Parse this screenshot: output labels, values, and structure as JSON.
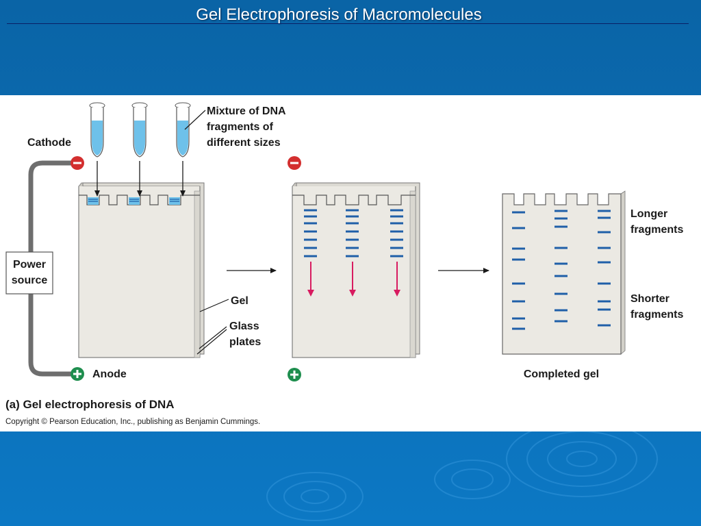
{
  "slide": {
    "title": "Gel Electrophoresis of Macromolecules"
  },
  "figure": {
    "labels": {
      "mixture_line1": "Mixture of DNA",
      "mixture_line2": "fragments of",
      "mixture_line3": "different sizes",
      "cathode": "Cathode",
      "anode": "Anode",
      "power_line1": "Power",
      "power_line2": "source",
      "gel": "Gel",
      "glass_line1": "Glass",
      "glass_line2": "plates",
      "longer_line1": "Longer",
      "longer_line2": "fragments",
      "shorter_line1": "Shorter",
      "shorter_line2": "fragments",
      "completed_gel": "Completed gel",
      "caption": "(a) Gel electrophoresis of DNA",
      "copyright": "Copyright © Pearson Education, Inc., publishing as Benjamin Cummings."
    },
    "colors": {
      "band": "#1f5fa8",
      "migration_arrow": "#d81b60",
      "cathode_sign": "#d32f2f",
      "anode_sign": "#1e8e4e",
      "tube_liquid": "#6ec1ea",
      "gel": "#ebe9e3"
    }
  }
}
